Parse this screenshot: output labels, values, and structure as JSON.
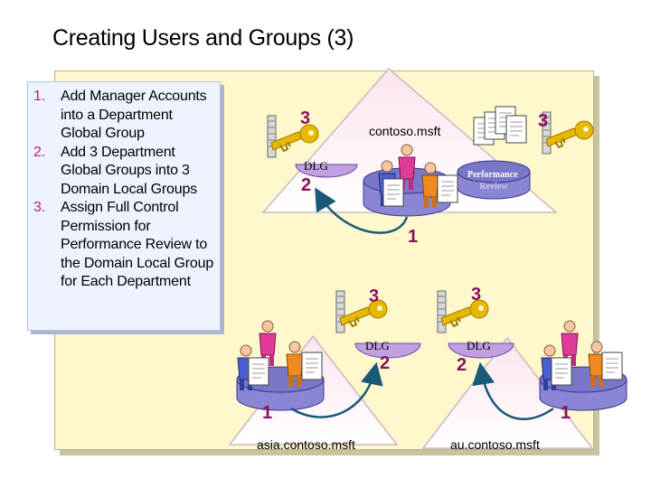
{
  "title": "Creating Users and Groups (3)",
  "steps": [
    {
      "num": "1.",
      "text": "Add Manager Accounts into a Department Global Group"
    },
    {
      "num": "2.",
      "text": "Add 3 Department Global Groups into 3 Domain Local Groups"
    },
    {
      "num": "3.",
      "text": "Assign Full Control Permission for Performance Review to the Domain Local Group for Each Department"
    }
  ],
  "domains": {
    "root": {
      "name": "contoso.msft",
      "dlg": "DLG",
      "resource": "Performance Review",
      "badge_key": "3",
      "badge_doc": "3",
      "badge_dlg": "2",
      "badge_users": "1"
    },
    "asia": {
      "name": "asia.contoso.msft",
      "dlg": "DLG",
      "badge_key": "3",
      "badge_dlg": "2",
      "badge_users": "1"
    },
    "au": {
      "name": "au.contoso.msft",
      "dlg": "DLG",
      "badge_key": "3",
      "badge_dlg": "2",
      "badge_users": "1"
    }
  },
  "colors": {
    "panel": "#fff8cc",
    "domain": "#fce8f0",
    "badge_text": "#8a1060",
    "dlg": "#c0a0e0",
    "resource": "#7a76c8",
    "arrow": "#1a5a78",
    "key": "#e8b800"
  },
  "icons": [
    "key-icon",
    "document-icon",
    "user-group-icon",
    "curved-arrow-icon"
  ]
}
